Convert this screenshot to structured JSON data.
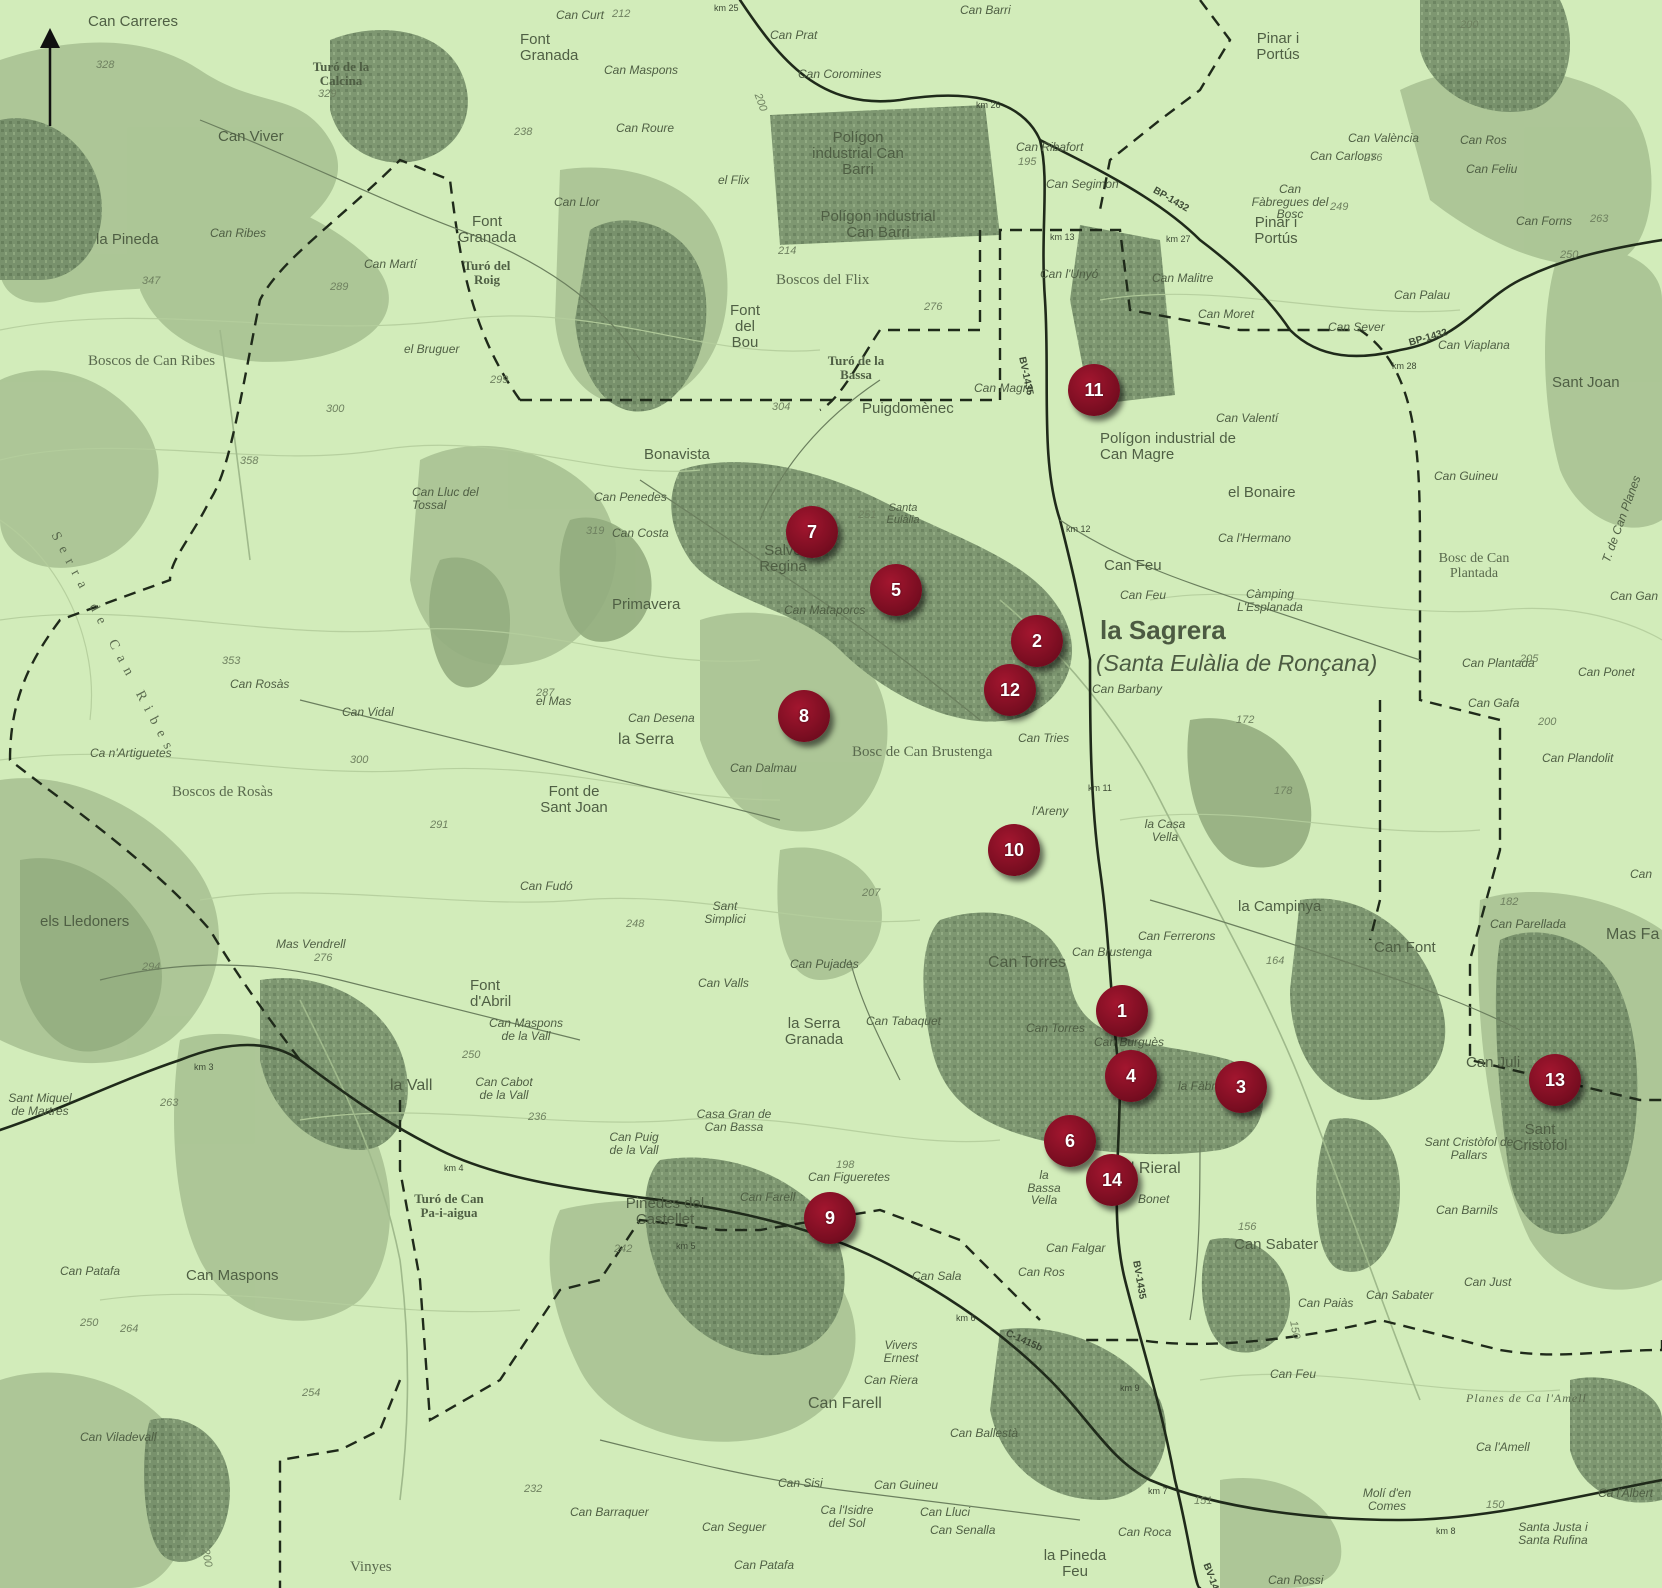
{
  "markers": [
    {
      "id": "1",
      "label": "1"
    },
    {
      "id": "2",
      "label": "2"
    },
    {
      "id": "3",
      "label": "3"
    },
    {
      "id": "4",
      "label": "4"
    },
    {
      "id": "5",
      "label": "5"
    },
    {
      "id": "6",
      "label": "6"
    },
    {
      "id": "7",
      "label": "7"
    },
    {
      "id": "8",
      "label": "8"
    },
    {
      "id": "9",
      "label": "9"
    },
    {
      "id": "10",
      "label": "10"
    },
    {
      "id": "11",
      "label": "11"
    },
    {
      "id": "12",
      "label": "12"
    },
    {
      "id": "13",
      "label": "13"
    },
    {
      "id": "14",
      "label": "14"
    }
  ],
  "town": {
    "name": "la Sagrera",
    "subtitle": "(Santa Eulàlia de Ronçana)"
  },
  "places": [
    "Can Carreres",
    "Can Curt",
    "Font Granada",
    "Can Maspons",
    "Turó de la Calcina",
    "Can Viver",
    "la Pineda",
    "Can Ribes",
    "Font Granada",
    "Turó del Roig",
    "Can Martí",
    "Boscos de Can Ribes",
    "el Bruguer",
    "Can Roure",
    "Can Llor",
    "el Flix",
    "Polígon industrial Can Barri",
    "Polígon industrial Can Barri",
    "Boscos del Flix",
    "Font del Bou",
    "Turó de la Bassa",
    "Puigdomènec",
    "Bonavista",
    "Can Lluc del Tossal",
    "Can Penedes",
    "Can Costa",
    "Salve Regina",
    "Santa Eulàlia",
    "Primavera",
    "Can Mataporcs",
    "Can Rosàs",
    "Can Vidal",
    "el Mas",
    "Can Desena",
    "la Serra",
    "Ca n'Artiguetes",
    "Can Dalmau",
    "Boscos de Rosàs",
    "Bosc de Can Brustenga",
    "Font de Sant Joan",
    "Can Fudó",
    "Sant Simplici",
    "els Lledoners",
    "Mas Vendrell",
    "Font d'Abril",
    "Can Valls",
    "Can Pujades",
    "la Serra Granada",
    "Can Tabaquet",
    "Can Maspons de la Vall",
    "Can Cabot de la Vall",
    "la Vall",
    "Sant Miquel de Martres",
    "Casa Gran de Can Bassa",
    "Can Puig de la Vall",
    "Can Figueretes",
    "Can Farell",
    "Pinedes del Castellet",
    "Turó de Can Pa-i-aigua",
    "Can Patafa",
    "Can Maspons",
    "Vivers Ernest",
    "Can Riera",
    "Can Farell",
    "Can Viladevall",
    "Can Ballestà",
    "Can Guineu",
    "Can Sisi",
    "Ca l'Isidre del Sol",
    "Can Lluci",
    "Can Senalla",
    "Can Barraquer",
    "Can Seguer",
    "Can Patafa",
    "Vinyes",
    "la Pineda Feu",
    "Can Rossi",
    "Can Roca",
    "Can Prat",
    "Can Coromines",
    "Can Barri",
    "Can Ribafort",
    "Can Segimon",
    "Can l'Unyó",
    "Can Malitre",
    "Can Moret",
    "Can Magre",
    "Can Valentí",
    "Polígon industrial de Can Magre",
    "el Bonaire",
    "Can Feu",
    "Can Feu",
    "Ca l'Hermano",
    "Càmping L'Esplanada",
    "Can Barbany",
    "Can Tries",
    "l'Areny",
    "la Casa Vella",
    "la Campinya",
    "Can Ferrerons",
    "Can Brustenga",
    "Can Torres",
    "Can Torres",
    "Can Burguès",
    "la Fàbrega",
    "el Rieral",
    "la Bassa Vella",
    "Bonet",
    "Can Falgar",
    "Can Ros",
    "Can Sala",
    "Can Sabater",
    "Can Paiàs",
    "Can Sabater",
    "Can Just",
    "Can Feu",
    "Can Font",
    "Can Juli",
    "Sant Cristòfol",
    "Sant Cristòfol de Pallars",
    "Can Barnils",
    "Pinar i Portús",
    "Can València",
    "Can Ros",
    "Can Carlons",
    "Can Feliu",
    "Can Fàbregues del Bosc",
    "Pinar i Portús",
    "Can Forns",
    "Can Palau",
    "Can Sever",
    "Can Viaplana",
    "Sant Joan",
    "Can Guineu",
    "Bosc de Can Plantada",
    "Can Plantada",
    "Can Ponet",
    "Can Gafa",
    "Can Plandolit",
    "Can Parellada",
    "Mas Fa",
    "Planes de Ca l'Amell",
    "Ca l'Amell",
    "Ca l'Albert",
    "Molí d'en Comes",
    "Santa Justa i Santa Rufina",
    "Can Gan",
    "Can",
    "Serra de Can Ribes",
    "T. de Can Planes"
  ],
  "roads": [
    "BV-1435",
    "BV-1435",
    "BV-1435",
    "BP-1432",
    "BP-1432",
    "C-1415b",
    "BV-14"
  ],
  "km_marks": [
    "km 25",
    "km 26",
    "km 13",
    "km 27",
    "km 28",
    "km 12",
    "km 11",
    "km 3",
    "km 4",
    "km 5",
    "km 6",
    "km 9",
    "km 7",
    "km 8"
  ],
  "elevations": [
    "212",
    "200",
    "328",
    "329",
    "238",
    "195",
    "200",
    "276",
    "249",
    "214",
    "263",
    "250",
    "289",
    "347",
    "276",
    "300",
    "299",
    "304",
    "358",
    "251",
    "319",
    "353",
    "287",
    "300",
    "291",
    "248",
    "207",
    "172",
    "178",
    "182",
    "164",
    "200",
    "205",
    "294",
    "276",
    "250",
    "263",
    "236",
    "198",
    "242",
    "156",
    "150",
    "232",
    "250",
    "264",
    "254",
    "200",
    "150",
    "151"
  ],
  "north_arrow": "north-arrow",
  "colors": {
    "background": "#d2ecba",
    "forest": "#8fa77a",
    "urban": "#6e8763",
    "marker": "#7c0e22",
    "road": "#1f2a1a"
  }
}
